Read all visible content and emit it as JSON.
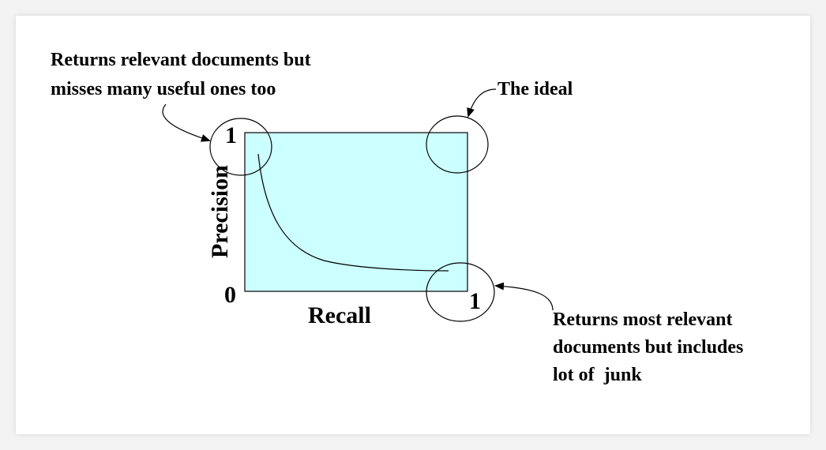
{
  "diagram": {
    "axes": {
      "x_label": "Recall",
      "y_label": "Precision",
      "y_top_tick": "1",
      "y_bottom_tick": "0",
      "x_right_tick": "1"
    },
    "annotations": {
      "top_left": {
        "line1": "Returns relevant documents but",
        "line2": "misses many useful ones too"
      },
      "top_right": {
        "line1": "The ideal"
      },
      "bottom_right": {
        "line1": "Returns most relevant",
        "line2": "documents but includes",
        "line3": "lot of  junk"
      }
    },
    "colors": {
      "plot_fill": "#ccffff",
      "stroke": "#000000"
    }
  }
}
